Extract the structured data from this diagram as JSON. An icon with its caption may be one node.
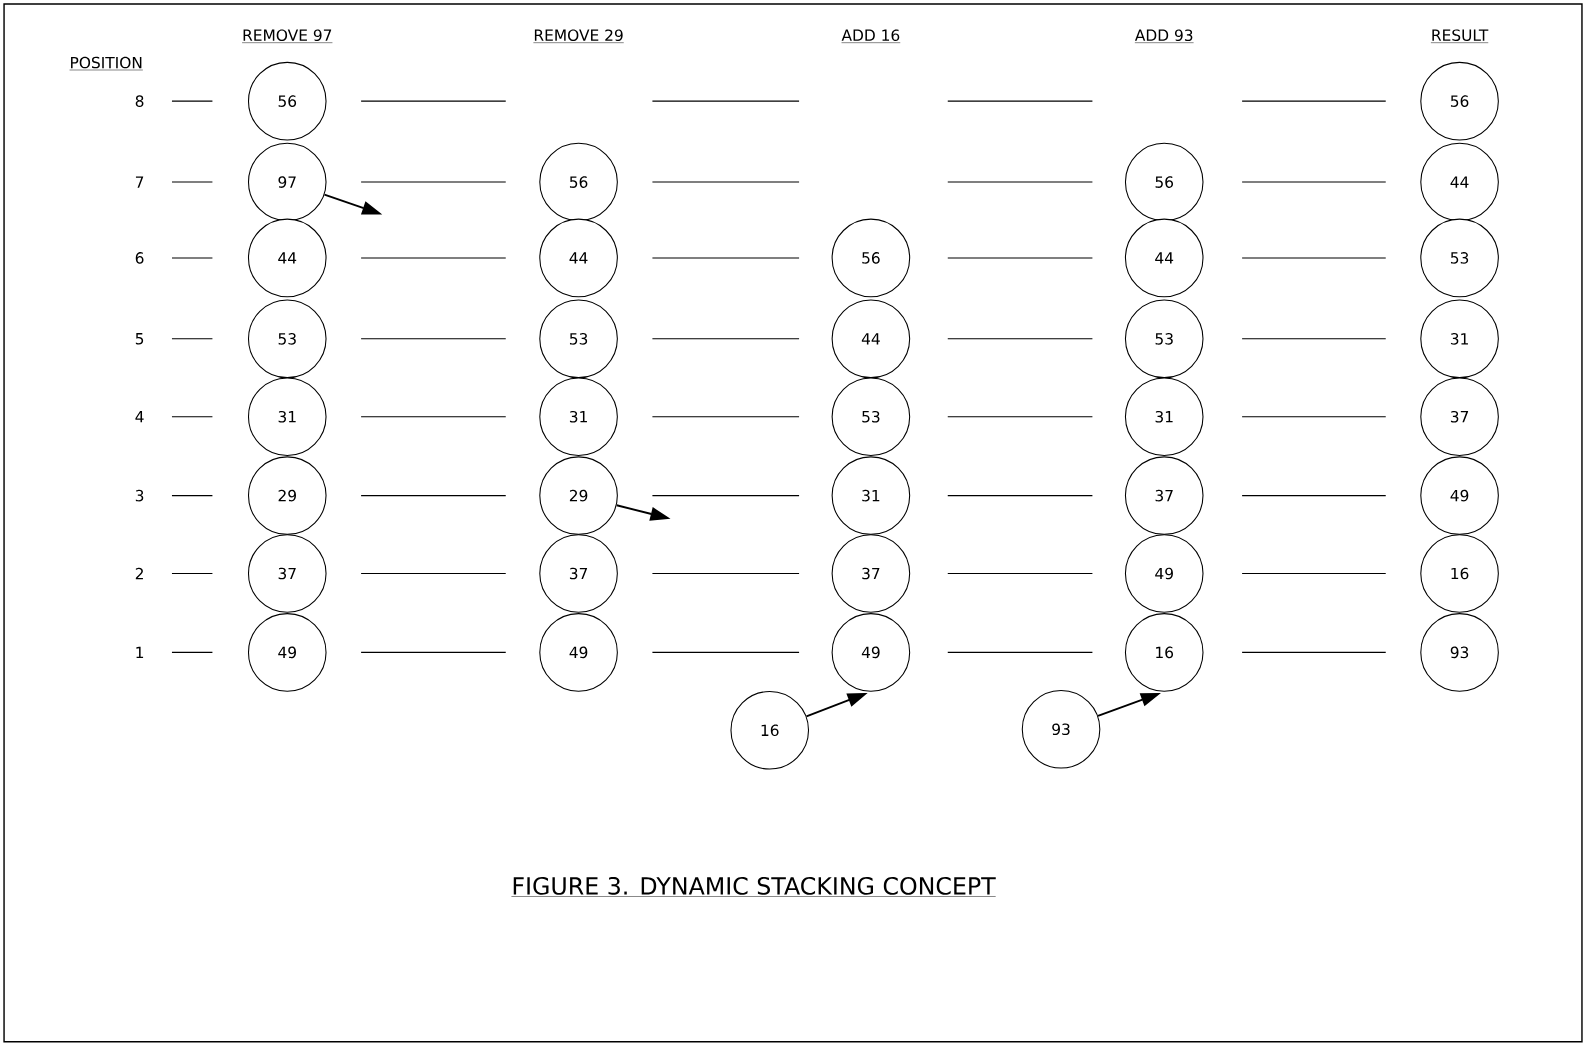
{
  "diagram": {
    "caption": "FIGURE 3. DYNAMIC STACKING CONCEPT",
    "nodes": [
      {
        "text": [
          "56"
        ]
      },
      {
        "text": [
          "97"
        ]
      },
      {
        "text": [
          "44"
        ]
      },
      {
        "text": [
          "53"
        ]
      },
      {
        "text": [
          "31"
        ]
      },
      {
        "text": [
          "29"
        ]
      },
      {
        "text": [
          "37"
        ]
      },
      {
        "text": [
          "49"
        ]
      },
      {
        "text": [
          "56"
        ]
      },
      {
        "text": [
          "44"
        ]
      },
      {
        "text": [
          "53"
        ]
      },
      {
        "text": [
          "31"
        ]
      },
      {
        "text": [
          "29"
        ]
      },
      {
        "text": [
          "37"
        ]
      },
      {
        "text": [
          "49"
        ]
      },
      {
        "text": [
          "56"
        ]
      },
      {
        "text": [
          "44"
        ]
      },
      {
        "text": [
          "53"
        ]
      },
      {
        "text": [
          "31"
        ]
      },
      {
        "text": [
          "37"
        ]
      },
      {
        "text": [
          "49"
        ]
      },
      {
        "text": [
          "16"
        ]
      },
      {
        "text": [
          "56"
        ]
      },
      {
        "text": [
          "44"
        ]
      },
      {
        "text": [
          "53"
        ]
      },
      {
        "text": [
          "31"
        ]
      },
      {
        "text": [
          "37"
        ]
      },
      {
        "text": [
          "49"
        ]
      },
      {
        "text": [
          "16"
        ]
      },
      {
        "text": [
          "93"
        ]
      },
      {
        "text": [
          "56"
        ]
      },
      {
        "text": [
          "44"
        ]
      },
      {
        "text": [
          "53"
        ]
      },
      {
        "text": [
          "31"
        ]
      },
      {
        "text": [
          "37"
        ]
      },
      {
        "text": [
          "49"
        ]
      },
      {
        "text": [
          "16"
        ]
      },
      {
        "text": [
          "93"
        ]
      }
    ],
    "edges": [
      {
        "from": 1,
        "to": null,
        "arrow": "to"
      },
      {
        "from": 12,
        "to": null,
        "arrow": "to"
      },
      {
        "from": 21,
        "to": 20,
        "arrow": "to"
      },
      {
        "from": 29,
        "to": 28,
        "arrow": "to"
      }
    ],
    "labels": [
      "REMOVE 97",
      "REMOVE 29",
      "ADD 16",
      "ADD 93",
      "RESULT",
      "POSITION",
      "8",
      "7",
      "6",
      "5",
      "4",
      "3",
      "2",
      "1"
    ]
  }
}
